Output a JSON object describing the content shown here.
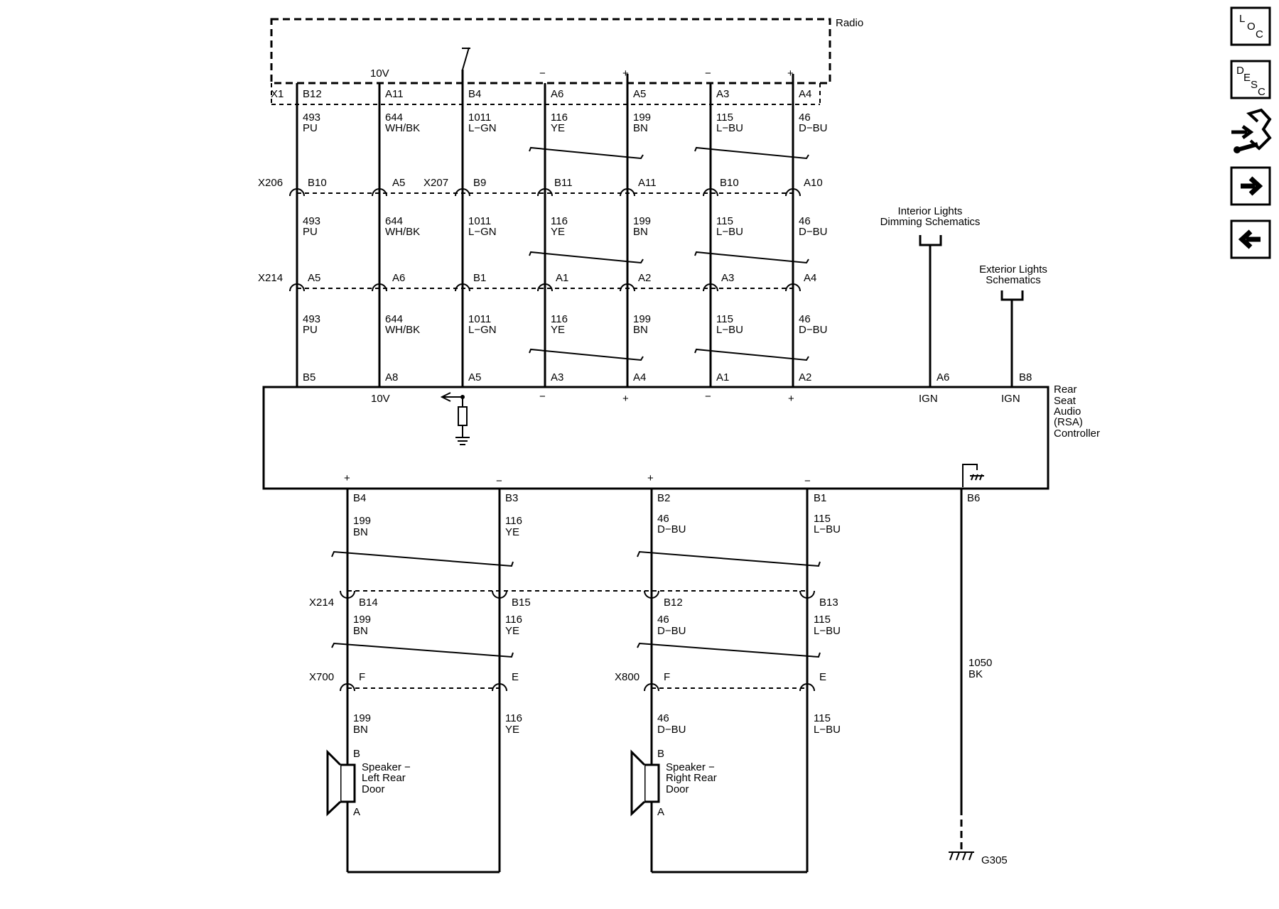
{
  "radio": {
    "name": "Radio",
    "connector": "X1",
    "voltage": "10V",
    "pins": [
      "B12",
      "A11",
      "B4",
      "A6",
      "A5",
      "A3",
      "A4"
    ],
    "polarity": [
      "−",
      "+",
      "−",
      "+"
    ]
  },
  "circuits": [
    {
      "num": "493",
      "color": "PU"
    },
    {
      "num": "644",
      "color": "WH/BK"
    },
    {
      "num": "1011",
      "color": "L−GN"
    },
    {
      "num": "116",
      "color": "YE"
    },
    {
      "num": "199",
      "color": "BN"
    },
    {
      "num": "115",
      "color": "L−BU"
    },
    {
      "num": "46",
      "color": "D−BU"
    }
  ],
  "connector_rows": [
    {
      "names": [
        "X206",
        "X207"
      ],
      "pins": [
        "B10",
        "A5",
        "B9",
        "B11",
        "A11",
        "B10",
        "A10"
      ]
    },
    {
      "names": [
        "X214"
      ],
      "pins": [
        "A5",
        "A6",
        "B1",
        "A1",
        "A2",
        "A3",
        "A4"
      ]
    }
  ],
  "rsa": {
    "label_lines": [
      "Rear",
      "Seat",
      "Audio",
      "(RSA)",
      "Controller"
    ],
    "top_pins": [
      "B5",
      "A8",
      "A5",
      "A3",
      "A4",
      "A1",
      "A2",
      "A6",
      "B8"
    ],
    "voltage": "10V",
    "polarity": [
      "−",
      "+",
      "−",
      "+"
    ],
    "ign": [
      "IGN",
      "IGN"
    ],
    "bottom_polarity": [
      "+",
      "−",
      "+",
      "−"
    ],
    "bottom_pins": [
      "B4",
      "B3",
      "B2",
      "B1",
      "B6"
    ]
  },
  "refs": {
    "interior": [
      "Interior Lights",
      "Dimming Schematics"
    ],
    "exterior": [
      "Exterior Lights",
      "Schematics"
    ]
  },
  "lower_circuits": [
    {
      "num": "199",
      "color": "BN"
    },
    {
      "num": "116",
      "color": "YE"
    },
    {
      "num": "46",
      "color": "D−BU"
    },
    {
      "num": "115",
      "color": "L−BU"
    }
  ],
  "lower_connectors": [
    {
      "name": "X214",
      "pins": [
        "B14",
        "B15",
        "B12",
        "B13"
      ]
    },
    {
      "names": [
        "X700",
        "X800"
      ],
      "pins": [
        "F",
        "E",
        "F",
        "E"
      ]
    }
  ],
  "speakers": [
    {
      "lines": [
        "Speaker −",
        "Left Rear",
        "Door"
      ],
      "pin_b": "B",
      "pin_a": "A"
    },
    {
      "lines": [
        "Speaker −",
        "Right Rear",
        "Door"
      ],
      "pin_b": "B",
      "pin_a": "A"
    }
  ],
  "ground": {
    "num": "1050",
    "color": "BK",
    "name": "G305"
  },
  "nav": {
    "loc": [
      "L",
      "O",
      "C"
    ],
    "desc": [
      "D",
      "E",
      "S",
      "C"
    ]
  }
}
